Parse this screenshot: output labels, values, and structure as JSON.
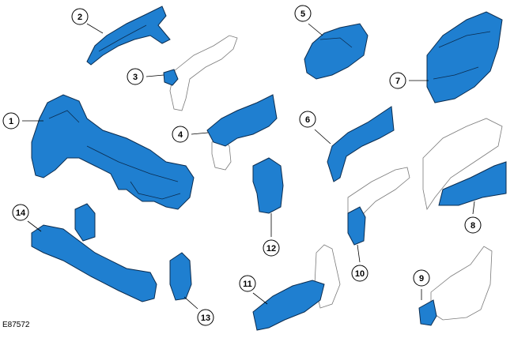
{
  "figure_id": "E87572",
  "colors": {
    "part_fill": "#1f7fd0",
    "part_stroke": "#0b2c4f",
    "ghost_fill": "#ffffff",
    "ghost_stroke": "#7a7a7a",
    "callout_stroke": "#000000",
    "leader": "#000000"
  },
  "callouts": [
    "1",
    "2",
    "3",
    "4",
    "5",
    "6",
    "7",
    "8",
    "9",
    "10",
    "11",
    "12",
    "13",
    "14"
  ]
}
